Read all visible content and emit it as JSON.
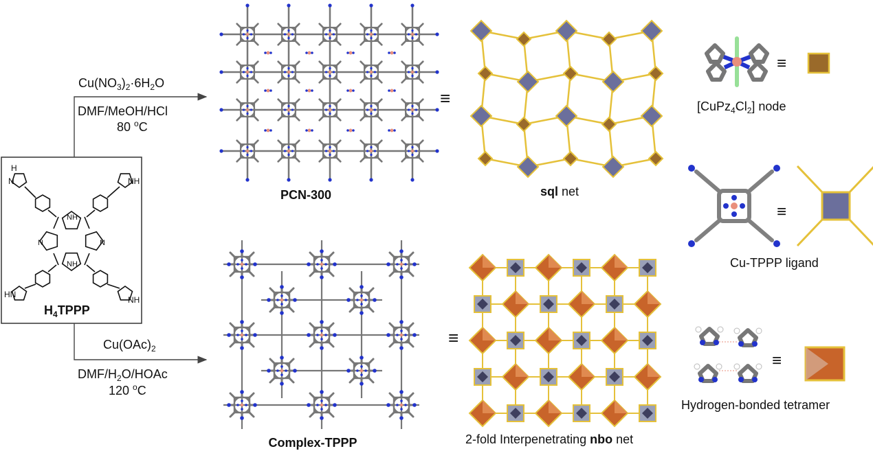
{
  "ligand_box": {
    "label_prefix": "H",
    "label_sub": "4",
    "label_suffix": "TPPP",
    "nh_label": "NH",
    "hn_label": "HN",
    "n_label": "N",
    "h_label": "H"
  },
  "route_top": {
    "reagent_prefix": "Cu(NO",
    "reagent_sub1": "3",
    "reagent_mid": ")",
    "reagent_sub2": "2",
    "reagent_suffix": "·6H",
    "reagent_sub3": "2",
    "reagent_end": "O",
    "solvent": "DMF/MeOH/HCl",
    "temp_value": "80 ",
    "temp_sup": "o",
    "temp_unit": "C"
  },
  "route_bottom": {
    "reagent_prefix": "Cu(OAc)",
    "reagent_sub": "2",
    "solvent_prefix": "DMF/H",
    "solvent_sub": "2",
    "solvent_suffix": "O/HOAc",
    "temp_value": "120 ",
    "temp_sup": "o",
    "temp_unit": "C"
  },
  "structures": {
    "top_name": "PCN-300",
    "bottom_name": "Complex-TPPP",
    "equiv_symbol": "≡"
  },
  "nets": {
    "sql_bold": "sql",
    "sql_rest": " net",
    "nbo_prefix": "2-fold Interpenetrating ",
    "nbo_bold": "nbo",
    "nbo_rest": " net"
  },
  "legend": {
    "node_prefix": "[CuPz",
    "node_sub1": "4",
    "node_mid": "Cl",
    "node_sub2": "2",
    "node_suffix": "] node",
    "ligand_label": "Cu-TPPP ligand",
    "tetramer_label": "Hydrogen-bonded tetramer"
  },
  "colors": {
    "frame_gray": "#777777",
    "nitrogen_blue": "#2233cc",
    "copper_pink": "#e98f7c",
    "net_yellow": "#e5c13a",
    "square_purple": "#6b6f9c",
    "node_brown": "#9a6a2a",
    "tetramer_orange": "#c8642a",
    "chlorine_green": "#98e098"
  }
}
